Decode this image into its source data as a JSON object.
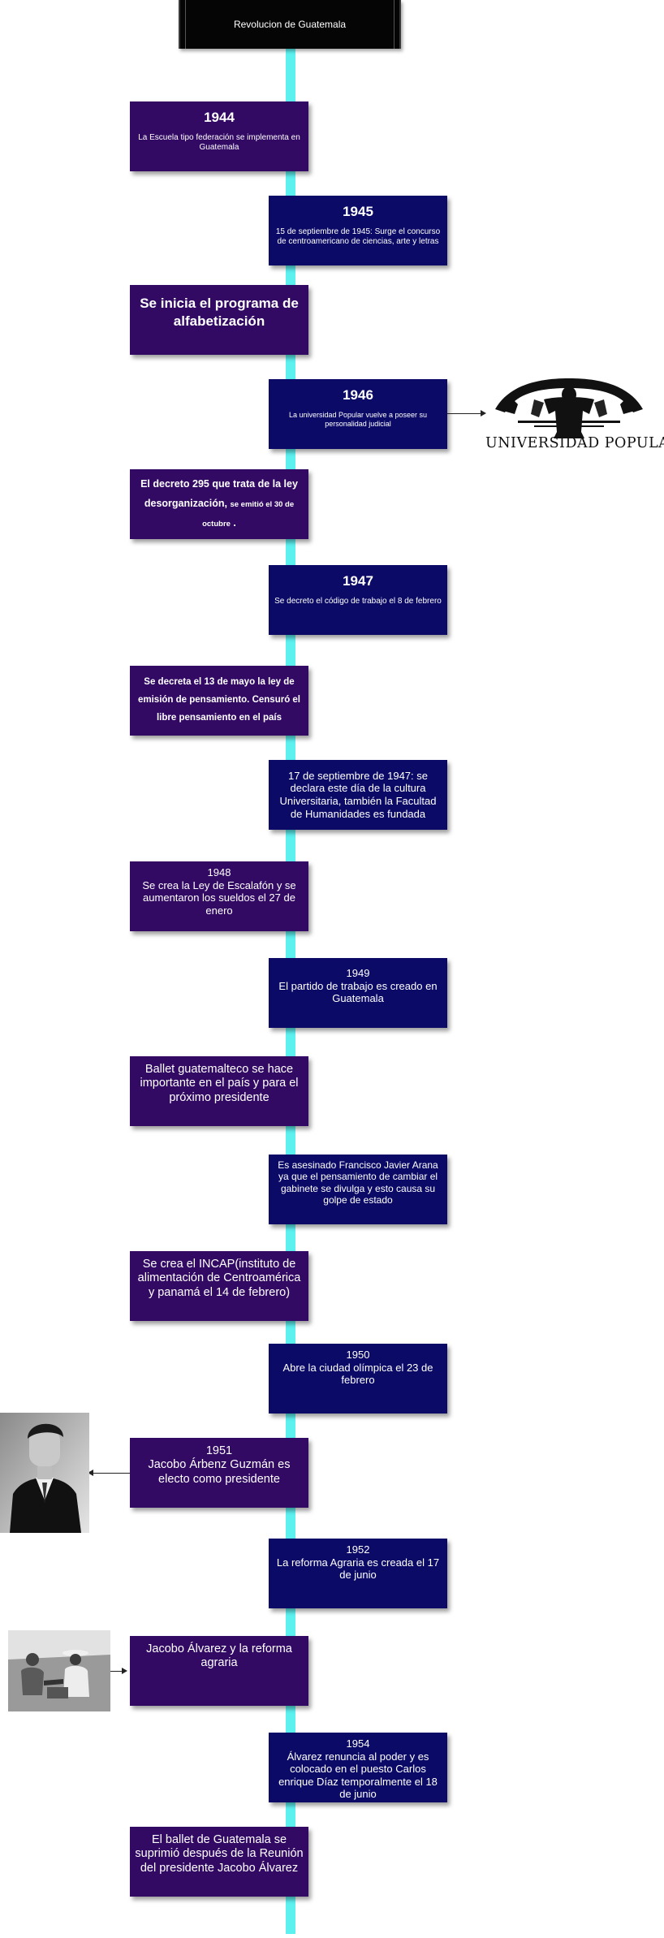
{
  "title": "Revolucion de Guatemala",
  "events": [
    {
      "year": "1944",
      "text": "La Escuela tipo federación se implementa en Guatemala"
    },
    {
      "year": "1945",
      "text": "15 de septiembre de 1945: Surge el concurso de centroamericano de ciencias, arte y letras"
    },
    {
      "text": "Se inicia el programa de alfabetización"
    },
    {
      "year": "1946",
      "text": "La universidad Popular vuelve a poseer su personalidad judicial"
    },
    {
      "text_main": "El decreto 295 que trata de la ley desorganización,",
      "text_small": "se emitió el 30 de octubre",
      "text_end": "."
    },
    {
      "year": "1947",
      "text": "Se decreto el  código de trabajo el 8 de febrero"
    },
    {
      "text": "Se decreta el 13 de mayo la ley de emisión de pensamiento. Censuró el libre pensamiento en el país"
    },
    {
      "text": "17 de septiembre de 1947: se declara este día de la cultura Universitaria, también la Facultad de Humanidades es fundada"
    },
    {
      "year": "1948",
      "text": "Se crea la Ley de Escalafón y se aumentaron los sueldos el 27 de enero"
    },
    {
      "year": "1949",
      "text": "El partido de trabajo es creado en Guatemala"
    },
    {
      "text": "Ballet guatemalteco se hace importante en el país y para el próximo presidente"
    },
    {
      "text": "Es asesinado Francisco Javier Arana ya que el pensamiento de cambiar el gabinete se divulga y esto causa su golpe de estado"
    },
    {
      "text": "Se crea el INCAP(instituto de alimentación de Centroamérica y panamá el 14 de febrero)"
    },
    {
      "year": "1950",
      "text": "Abre la ciudad olímpica el 23 de febrero"
    },
    {
      "year": "1951",
      "text": "Jacobo Árbenz Guzmán es electo como presidente"
    },
    {
      "year": "1952",
      "text": "La reforma Agraria es creada el 17 de junio"
    },
    {
      "text": "Jacobo Álvarez y la reforma agraria"
    },
    {
      "year": "1954",
      "text": "Álvarez renuncia al poder y es colocado en el puesto Carlos enrique Díaz temporalmente el 18 de junio"
    },
    {
      "text": "El ballet de Guatemala se suprimió después de la Reunión del presidente Jacobo Álvarez"
    }
  ],
  "logo_text": "UNIVERSIDAD POPULAR",
  "colors": {
    "left_card": "#320a64",
    "right_card": "#0b0a66",
    "spine": "#5cf0ef",
    "title_bg": "#050505"
  }
}
